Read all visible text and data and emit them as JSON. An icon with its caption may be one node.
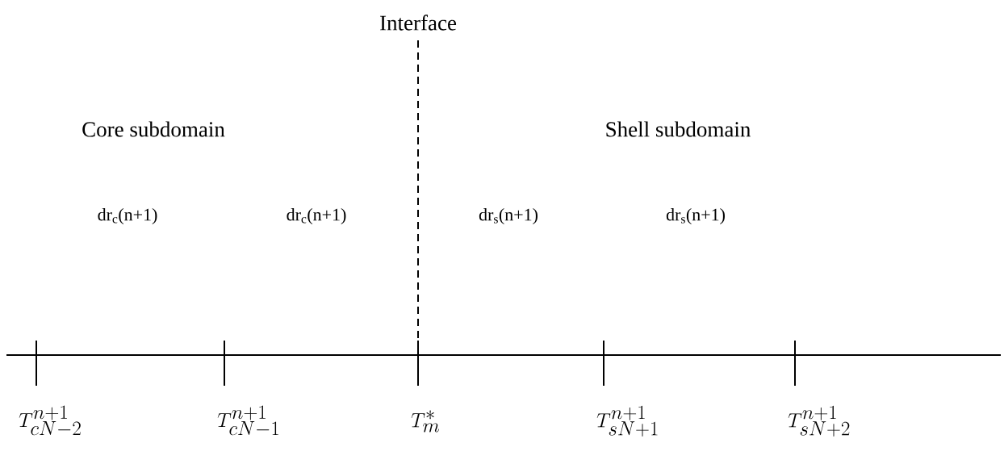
{
  "diagram": {
    "labels": [
      "Interface",
      "Core subdomain",
      "Shell subdomain",
      "dr$_{c}$(n+1)",
      "dr$_{c}$(n+1)",
      "dr$_{s}$(n+1)",
      "dr$_{s}$(n+1)",
      "T^{n+1}_{cN-2}",
      "T^{n+1}_{cN-1}",
      "T^{*}_{m}",
      "T^{n+1}_{sN+1}",
      "T^{n+1}_{sN+2}"
    ]
  }
}
